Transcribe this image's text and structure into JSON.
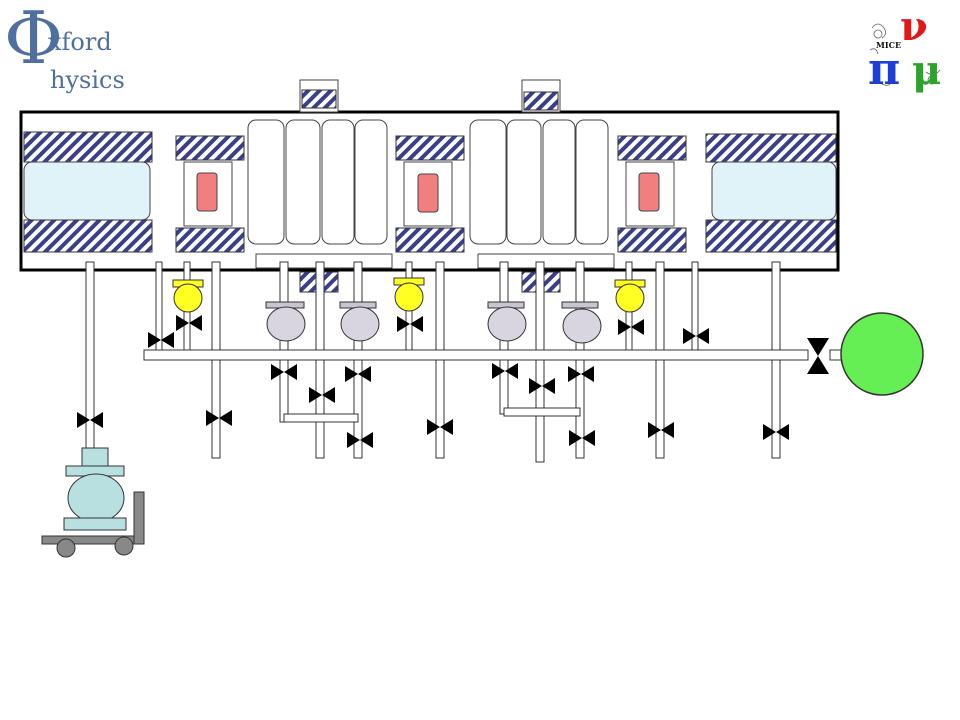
{
  "logo_left": {
    "phi": "Φ",
    "line1": "xford",
    "line2": "hysics",
    "color": "#4f6f9f"
  },
  "logo_right": {
    "text": "MICE",
    "pi": "π",
    "nu": "ν",
    "mu": "μ",
    "colors": {
      "pi": "#1e3fd6",
      "nu": "#e01818",
      "mu": "#2aa52a"
    }
  },
  "colors": {
    "hatch": "#3b3f8a",
    "absorber": "#dff3f8",
    "coil": "#f08080",
    "valve": "#000000",
    "yellow_sensor": "#ffff22",
    "grey_tank": "#d8d4e0",
    "green_pump": "#66ee55",
    "dewar": "#b8e0e0",
    "trolley": "#888888"
  }
}
